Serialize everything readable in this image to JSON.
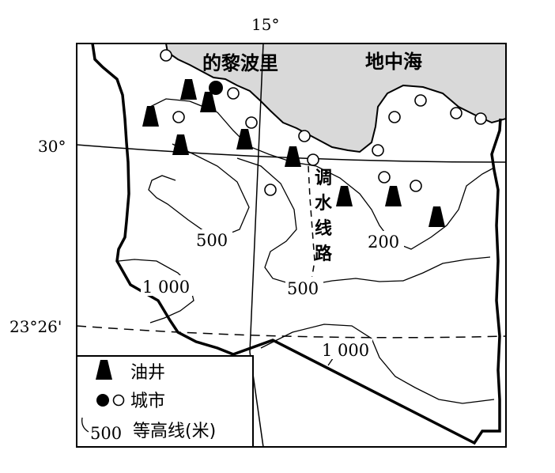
{
  "coordinates": {
    "lon_15": "15°",
    "lat_30": "30°",
    "lat_tropic": "23°26'"
  },
  "places": {
    "tripoli": "的黎波里",
    "sea": "地中海"
  },
  "water_route": [
    "调",
    "水",
    "线",
    "路"
  ],
  "contours": {
    "c200": "200",
    "c500_left": "500",
    "c500_mid": "500",
    "c1000_left": "1 000",
    "c1000_right": "1 000"
  },
  "legend": {
    "oil_well": "油井",
    "city": "城市",
    "contour_sample": "500",
    "contour": "等高线(米)"
  },
  "colors": {
    "sea": "#d9d9d9",
    "ink": "#000000",
    "background": "#ffffff"
  },
  "symbols": {
    "oil_well_count": 9,
    "major_city_count": 1,
    "minor_city_count": 14
  }
}
